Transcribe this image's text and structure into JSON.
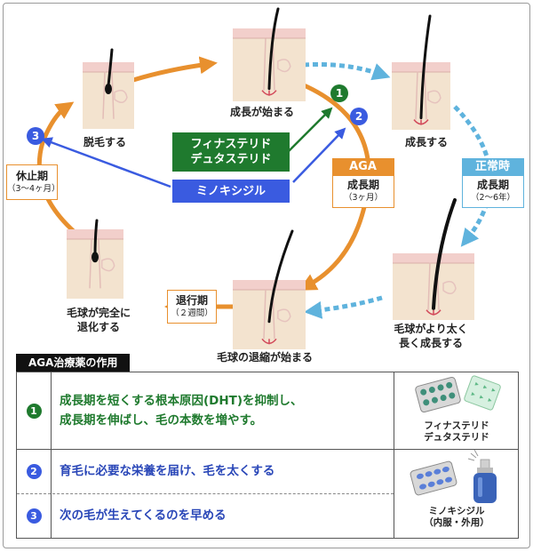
{
  "stages": {
    "growth_start": "成長が始まる",
    "growing": "成長する",
    "grow_thick": "毛球がより太く\n長く成長する",
    "regression_start": "毛球の退縮が始まる",
    "fully_regressed": "毛球が完全に\n退化する",
    "shedding": "脱毛する"
  },
  "phases": {
    "aga": {
      "tag": "AGA",
      "title": "成長期",
      "duration": "（3ヶ月）"
    },
    "normal": {
      "tag": "正常時",
      "title": "成長期",
      "duration": "（2〜6年）"
    },
    "catagen": {
      "title": "退行期",
      "duration": "（２週間）"
    },
    "telogen": {
      "title": "休止期",
      "duration": "（3〜4ヶ月）"
    }
  },
  "drugs": {
    "finasteride": [
      "フィナステリド",
      "デュタステリド"
    ],
    "minoxidil": "ミノキシジル"
  },
  "badges": {
    "one": "1",
    "two": "2",
    "three": "3"
  },
  "table": {
    "title": "AGA治療薬の作用",
    "rows": [
      {
        "num": "1",
        "text": "成長期を短くする根本原因(DHT)を抑制し、\n成長期を伸ばし、毛の本数を増やす。"
      },
      {
        "num": "2",
        "text": "育毛に必要な栄養を届け、毛を太くする"
      },
      {
        "num": "3",
        "text": "次の毛が生えてくるのを早める"
      }
    ],
    "products": {
      "finasteride": [
        "フィナステリド",
        "デュタステリド"
      ],
      "minoxidil": [
        "ミノキシジル",
        "（内服・外用）"
      ]
    }
  },
  "colors": {
    "orange": "#E8902E",
    "green": "#1F7A2E",
    "blue": "#3A5BE0",
    "lightblue": "#5FB3DD",
    "skin": "#F3E3CF",
    "skin_top": "#F2CFCB"
  }
}
